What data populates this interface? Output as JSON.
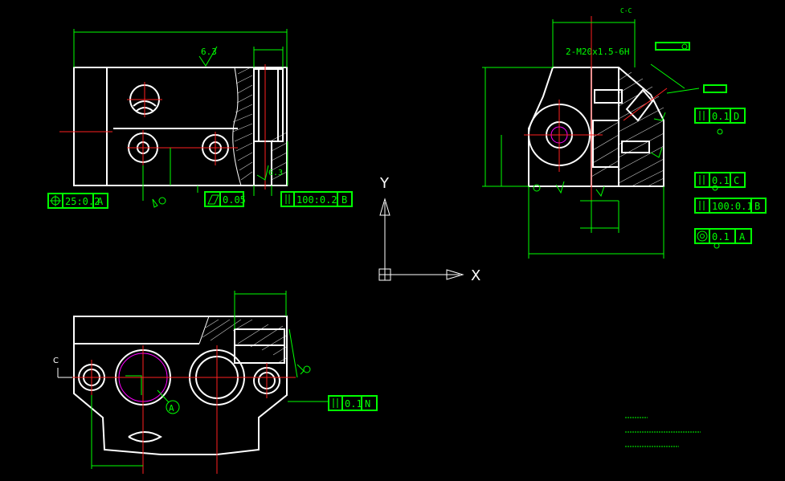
{
  "labels": {
    "section": "C-C",
    "thread": "2-M20x1.5-6H",
    "roughness_a": "6.3",
    "roughness_b": "6.3",
    "datum_circle": "A",
    "view_arrow": "C"
  },
  "tolerance_frames": [
    {
      "id": "fcf1",
      "symbol": "position",
      "value": "25:0.2",
      "datum": "A"
    },
    {
      "id": "fcf2",
      "symbol": "flatness",
      "value": "0.05",
      "datum": ""
    },
    {
      "id": "fcf3",
      "symbol": "parallel",
      "value": "100:0.2",
      "datum": "B"
    },
    {
      "id": "fcf4",
      "symbol": "parallel",
      "value": "0.1",
      "datum": "D"
    },
    {
      "id": "fcf5",
      "symbol": "parallel",
      "value": "0.1",
      "datum": "C"
    },
    {
      "id": "fcf6",
      "symbol": "parallel",
      "value": "100:0.1",
      "datum": "B"
    },
    {
      "id": "fcf7",
      "symbol": "concentric",
      "value": "0.1",
      "datum": "A"
    },
    {
      "id": "fcf8",
      "symbol": "parallel",
      "value": "0.1",
      "datum": "N"
    }
  ],
  "axis": {
    "x": "X",
    "y": "Y"
  },
  "colors": {
    "background": "#000000",
    "geometry": "#ffffff",
    "dimension": "#00ff00",
    "centerline": "#ff2020",
    "hole": "#ff00ff"
  }
}
